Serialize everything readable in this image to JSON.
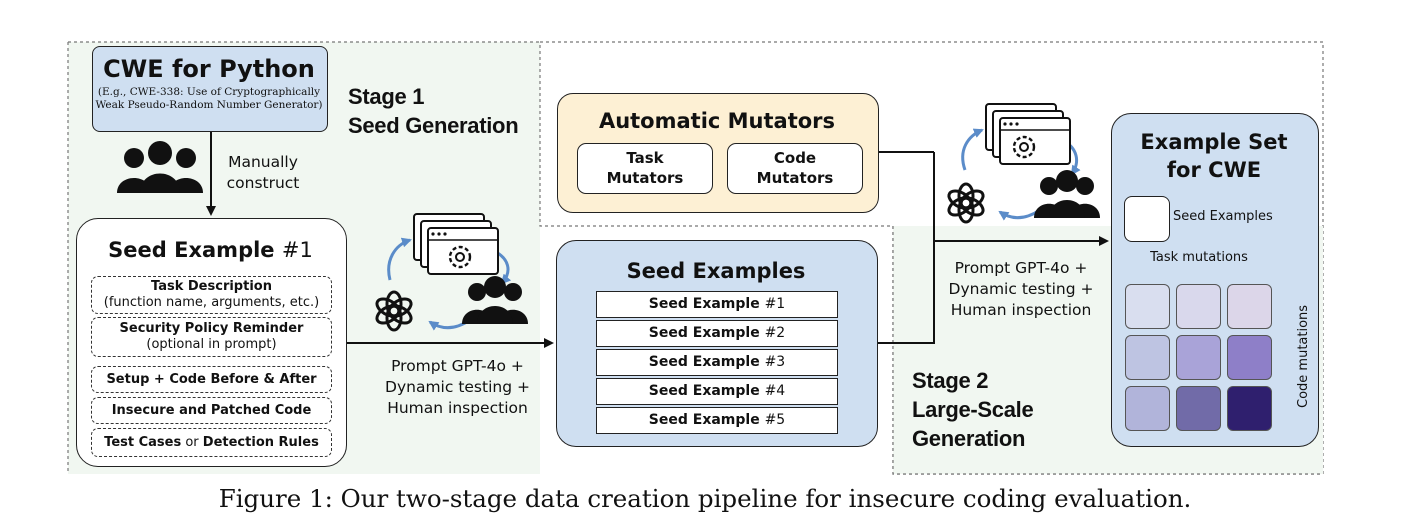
{
  "cwe_box": {
    "title": "CWE for Python",
    "example": "(E.g., CWE-338: Use of Cryptographically Weak Pseudo-Random Number Generator)"
  },
  "stage1": {
    "line1": "Stage 1",
    "line2": "Seed Generation"
  },
  "stage2": {
    "line1": "Stage 2",
    "line2": "Large-Scale",
    "line3": "Generation"
  },
  "manual": {
    "line1": "Manually",
    "line2": "construct"
  },
  "seed_example": {
    "title_bold": "Seed Example",
    "title_num": "#1",
    "items": [
      {
        "bold": "Task Description",
        "rest": "",
        "sub": "(function name, arguments, etc.)"
      },
      {
        "bold": "Security Policy Reminder",
        "rest": "",
        "sub": "(optional in prompt)"
      },
      {
        "bold": "Setup + Code Before & After",
        "rest": "",
        "sub": ""
      },
      {
        "bold": "Insecure and Patched Code",
        "rest": "",
        "sub": ""
      },
      {
        "bold": "Test Cases",
        "rest": " or ",
        "bold2": "Detection Rules",
        "sub": ""
      }
    ]
  },
  "prompt_left": {
    "line1": "Prompt GPT-4o +",
    "line2": "Dynamic testing +",
    "line3": "Human inspection"
  },
  "prompt_right": {
    "line1": "Prompt GPT-4o +",
    "line2": "Dynamic testing +",
    "line3": "Human inspection"
  },
  "mutators": {
    "title": "Automatic Mutators",
    "task_l1": "Task",
    "task_l2": "Mutators",
    "code_l1": "Code",
    "code_l2": "Mutators"
  },
  "seed_examples": {
    "title": "Seed Examples",
    "rows": [
      {
        "label": "Seed Example",
        "num": "#1"
      },
      {
        "label": "Seed Example",
        "num": "#2"
      },
      {
        "label": "Seed Example",
        "num": "#3"
      },
      {
        "label": "Seed Example",
        "num": "#4"
      },
      {
        "label": "Seed Example",
        "num": "#5"
      }
    ]
  },
  "example_set": {
    "title_l1": "Example Set",
    "title_l2": "for CWE",
    "seed_label": "Seed Examples",
    "task_mutations": "Task mutations",
    "code_mutations": "Code mutations",
    "grid_colors": [
      [
        "#d9deef",
        "#d9d8ec",
        "#dcd6e9"
      ],
      [
        "#bec4e2",
        "#a9a3d8",
        "#8e7fc8"
      ],
      [
        "#b1b4da",
        "#716ba8",
        "#2f1f6e"
      ]
    ]
  },
  "colors": {
    "light_blue": "#cfdff1",
    "light_yellow": "#fdf0d4",
    "stage_bg": "#f1f7f1"
  },
  "icons": [
    "people-icon",
    "openai-icon",
    "gear-window-icon",
    "cycle-arrow-icon"
  ],
  "caption": "Figure 1: Our two-stage data creation pipeline for insecure coding evaluation."
}
